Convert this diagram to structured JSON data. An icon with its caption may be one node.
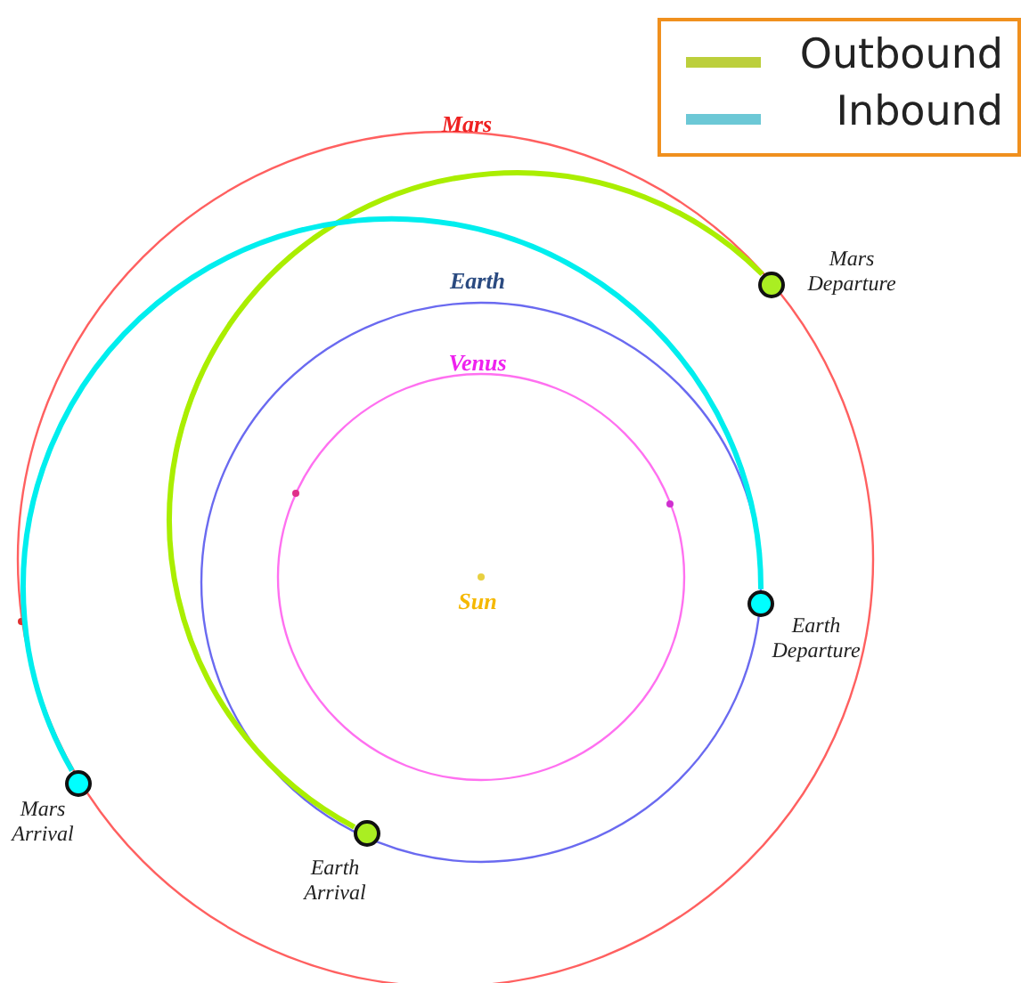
{
  "diagram": {
    "nodes": [
      {
        "text": [],
        "shape": "circle",
        "beside": [
          "Mars Departure"
        ]
      },
      {
        "text": [],
        "shape": "circle",
        "beside": [
          "Earth Departure"
        ]
      },
      {
        "text": [],
        "shape": "circle",
        "beside": [
          "Mars Arrival"
        ]
      },
      {
        "text": [],
        "shape": "circle",
        "beside": [
          "Earth Arrival"
        ]
      }
    ],
    "edges": [
      {
        "from": 0,
        "to": 3,
        "arrow": "none",
        "color": "#aaee00"
      },
      {
        "from": 1,
        "to": 2,
        "arrow": "none",
        "color": "#00eeee"
      }
    ],
    "labels": [
      "Mars",
      "Earth",
      "Venus",
      "Sun"
    ],
    "legend": [
      {
        "text": "Outbound",
        "color": "#bccf3c"
      },
      {
        "text": "Inbound",
        "color": "#6cc8d6"
      }
    ]
  }
}
